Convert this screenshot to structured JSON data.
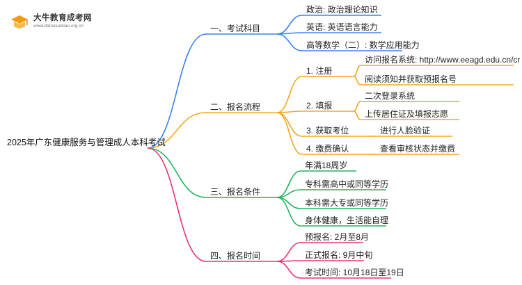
{
  "logo": {
    "title": "大牛教育成考网",
    "url": "www.daniuxueliao.org.cn",
    "icon": "graduation-book-icon",
    "color": "#F39C12"
  },
  "colors": {
    "branch1": "#3B82F6",
    "branch2": "#F5A623",
    "branch3": "#22B35E",
    "branch4": "#E8336D"
  },
  "root": "2025年广东健康服务与管理成人本科考试",
  "branches": [
    {
      "label": "一、考试科目",
      "children": [
        {
          "label": "政治: 政治理论知识"
        },
        {
          "label": "英语: 英语语言能力"
        },
        {
          "label": "高等数学（二）: 数学应用能力"
        }
      ]
    },
    {
      "label": "二、报名流程",
      "children": [
        {
          "label": "1. 注册",
          "children": [
            "访问报名系统: http://www.eeagd.edu.cn/cr",
            "阅读须知并获取预报名号"
          ]
        },
        {
          "label": "2. 填报",
          "children": [
            "二次登录系统",
            "上传居住证及填报志愿"
          ]
        },
        {
          "label": "3. 获取考位",
          "children": [
            "进行人脸验证"
          ]
        },
        {
          "label": "4. 缴费确认",
          "children": [
            "查看审核状态并缴费"
          ]
        }
      ]
    },
    {
      "label": "三、报名条件",
      "children": [
        {
          "label": "年满18周岁"
        },
        {
          "label": "专科需高中或同等学历"
        },
        {
          "label": "本科需大专或同等学历"
        },
        {
          "label": "身体健康，生活能自理"
        }
      ]
    },
    {
      "label": "四、报名时间",
      "children": [
        {
          "label": "预报名: 2月至8月"
        },
        {
          "label": "正式报名: 9月中旬"
        },
        {
          "label": "考试时间: 10月18日至19日"
        }
      ]
    }
  ]
}
